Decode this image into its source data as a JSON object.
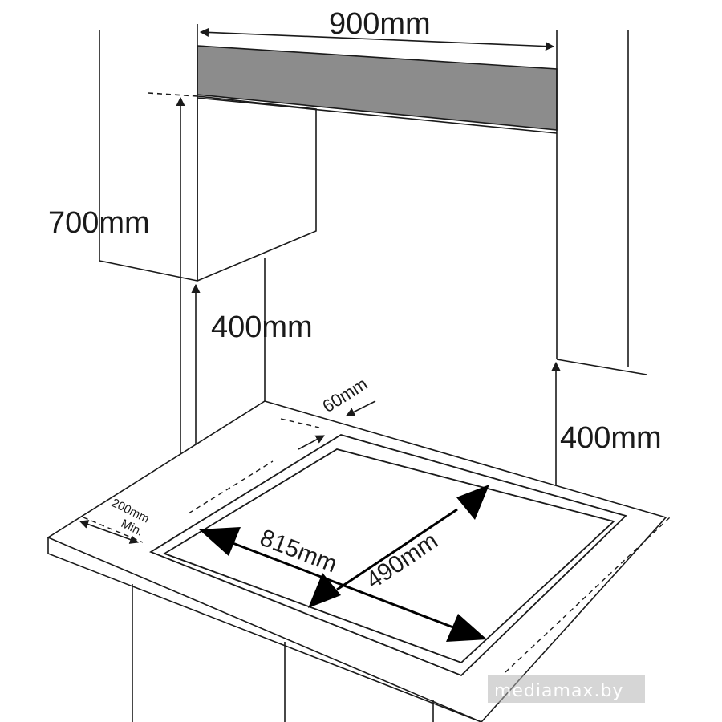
{
  "dimensions": {
    "hood_width": "900mm",
    "cabinet_height": "700mm",
    "left_clearance": "400mm",
    "right_clearance": "400mm",
    "back_gap": "60mm",
    "side_gap": "200mm",
    "side_gap_note": "Min.",
    "cutout_width": "815mm",
    "cutout_depth": "490mm"
  },
  "watermark": "mediamax.by",
  "colors": {
    "line": "#1a1a1a",
    "hood_fill": "#8c8c8c",
    "arrow": "#000000"
  }
}
